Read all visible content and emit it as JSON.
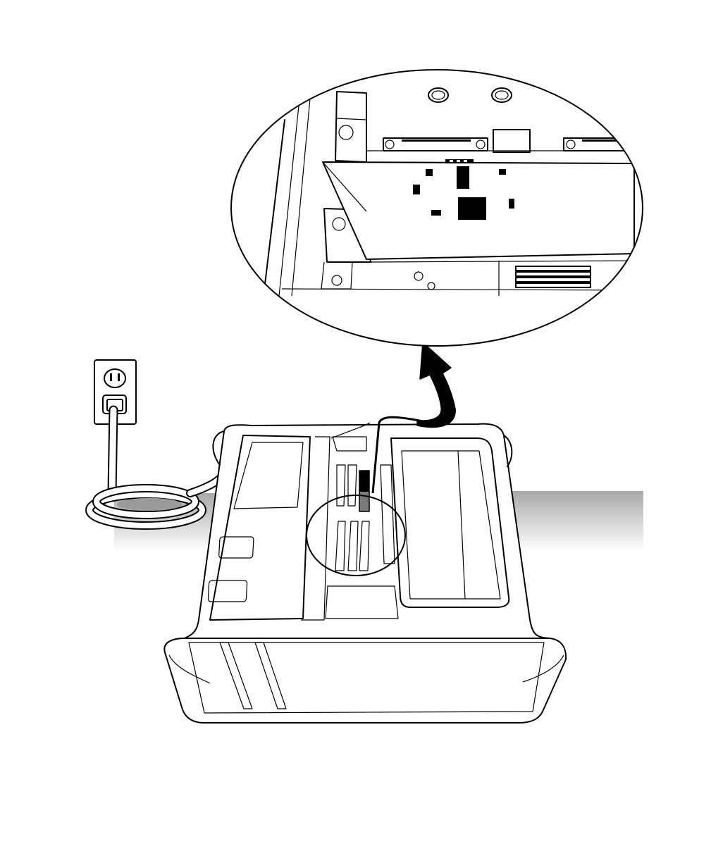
{
  "illustration": {
    "subjects": [
      "wall-outlet",
      "power-cord",
      "tower-computer",
      "pci-slots",
      "zoomed-logic-board-callout",
      "callout-arrow"
    ],
    "palette": {
      "ink": "#000000",
      "paper": "#ffffff",
      "floor_shadow": "#b8b8b8",
      "highlighted_slot": "#7a7a7a"
    }
  }
}
